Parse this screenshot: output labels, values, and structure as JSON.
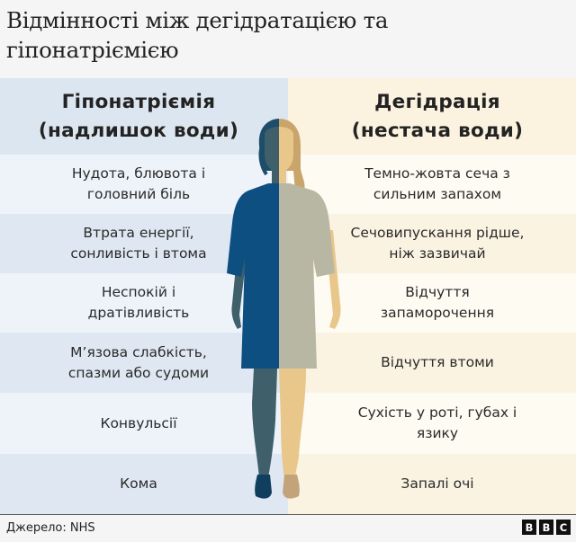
{
  "title": "Відмінності між дегідратацією та гіпонатріємією",
  "colors": {
    "left_header_bg": "#dce6f0",
    "left_row_light": "#eef3fa",
    "left_row_dark": "#dfe8f2",
    "right_header_bg": "#fbf2df",
    "right_row_light": "#fefbf2",
    "right_row_dark": "#fbf3e2",
    "dress_blue": "#0d4f80",
    "skin_blue": "#3f5f6a",
    "dress_grey": "#b8b7a3",
    "skin_tan": "#e9c68a"
  },
  "left": {
    "header": "Гіпонатріємія\n(надлишок води)",
    "header_line1": "Гіпонатріємія",
    "header_line2": "(надлишок води)",
    "items": [
      {
        "line1": "Нудота, блювота і",
        "line2": "головний біль"
      },
      {
        "line1": "Втрата енергії,",
        "line2": "сонливість і втома"
      },
      {
        "line1": "Неспокій і",
        "line2": "дратівливість"
      },
      {
        "line1": "М’язова слабкість,",
        "line2": "спазми або судоми"
      },
      {
        "line1": "Конвульсії",
        "line2": ""
      },
      {
        "line1": "Кома",
        "line2": ""
      }
    ]
  },
  "right": {
    "header_line1": "Дегідрація",
    "header_line2": "(нестача води)",
    "items": [
      {
        "line1": "Темно-жовта сеча з",
        "line2": "сильним запахом"
      },
      {
        "line1": "Сечовипускання рідше,",
        "line2": "ніж зазвичай"
      },
      {
        "line1": "Відчуття",
        "line2": "запаморочення"
      },
      {
        "line1": "Відчуття втоми",
        "line2": ""
      },
      {
        "line1": "Сухість у роті, губах і",
        "line2": "язику"
      },
      {
        "line1": "Запалі очі",
        "line2": ""
      }
    ]
  },
  "footer": {
    "source": "Джерело: NHS",
    "logo_letters": [
      "B",
      "B",
      "C"
    ]
  }
}
